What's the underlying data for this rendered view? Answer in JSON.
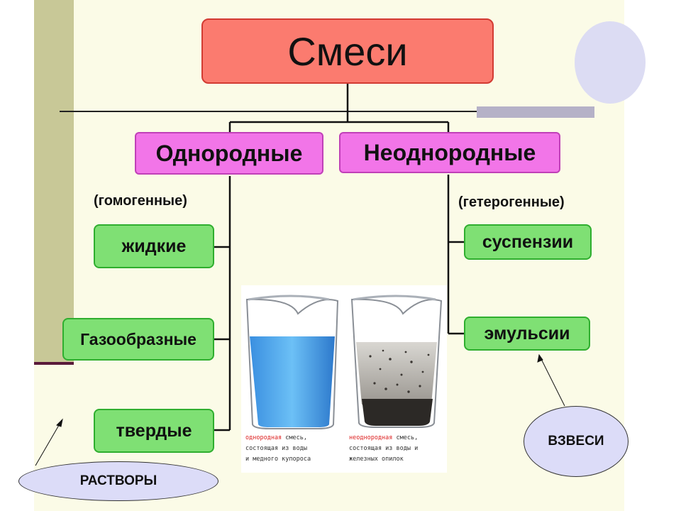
{
  "title": "Смеси",
  "categories": {
    "homogeneous": {
      "label": "Однородные",
      "note": "(гомогенные)",
      "items": [
        "жидкие",
        "Газообразные",
        "твердые"
      ]
    },
    "heterogeneous": {
      "label": "Неоднородные",
      "note": "(гетерогенные)",
      "items": [
        "суспензии",
        "эмульсии"
      ]
    }
  },
  "ovals": {
    "solutions": "РАСТВОРЫ",
    "suspensions": "ВЗВЕСИ"
  },
  "photo": {
    "left_caption_highlight": "однородная",
    "left_caption_rest": " смесь,\nсостоящая из воды\nи медного купороса",
    "right_caption_highlight": "неоднородная",
    "right_caption_rest": " смесь,\nсостоящая из воды и\nжелезных опилок"
  },
  "colors": {
    "title_fill": "#fb7b6f",
    "category_fill": "#f275e8",
    "item_fill": "#7fe074",
    "oval_fill": "#dcdcf8"
  }
}
